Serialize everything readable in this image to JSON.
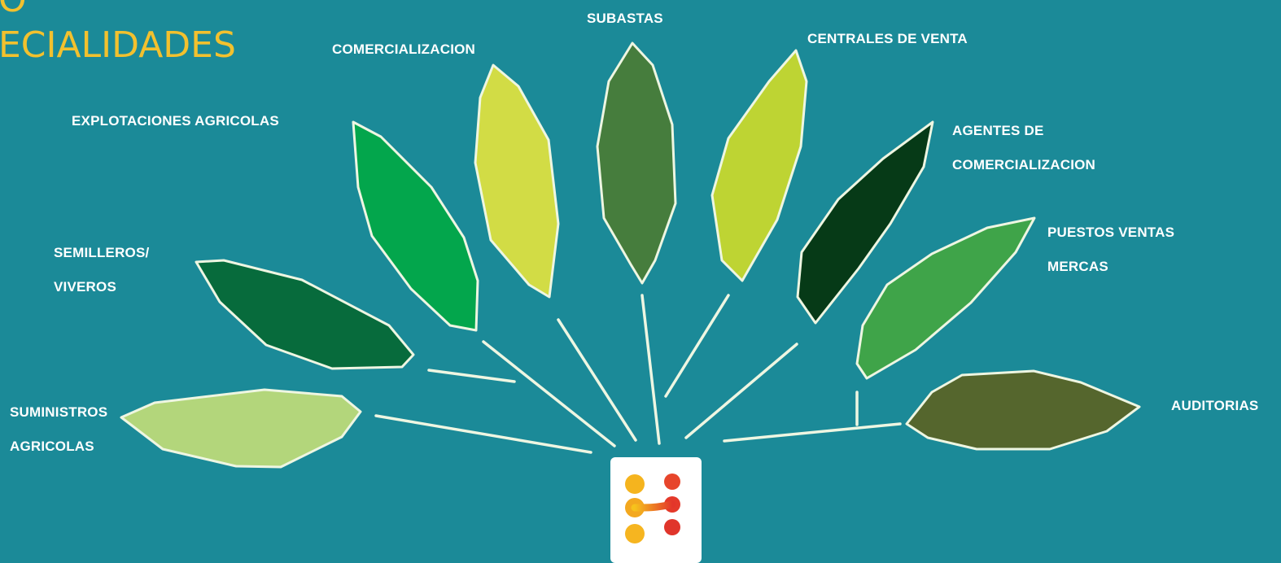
{
  "title": {
    "line1": "O",
    "line2": "ECIALIDADES"
  },
  "colors": {
    "background": "#1b8a98",
    "title": "#f2c12e",
    "outline": "#eef6e2"
  },
  "branches": [
    {
      "id": "suministros",
      "lines": [
        "SUMINISTROS",
        "AGRICOLAS"
      ],
      "color": "#b3d67b"
    },
    {
      "id": "semilleros",
      "lines": [
        "SEMILLEROS/",
        "VIVEROS"
      ],
      "color": "#076b3c"
    },
    {
      "id": "explotaciones",
      "lines": [
        "EXPLOTACIONES AGRICOLAS"
      ],
      "color": "#03a64c"
    },
    {
      "id": "comercializacion",
      "lines": [
        "COMERCIALIZACION"
      ],
      "color": "#d2dc45"
    },
    {
      "id": "subastas",
      "lines": [
        "SUBASTAS"
      ],
      "color": "#467d3d"
    },
    {
      "id": "centrales",
      "lines": [
        "CENTRALES DE VENTA"
      ],
      "color": "#bed433"
    },
    {
      "id": "agentes",
      "lines": [
        "AGENTES DE",
        "COMERCIALIZACION"
      ],
      "color": "#063a17"
    },
    {
      "id": "puestos",
      "lines": [
        "PUESTOS VENTAS",
        "MERCAS"
      ],
      "color": "#3fa449"
    },
    {
      "id": "auditorias",
      "lines": [
        "AUDITORIAS"
      ],
      "color": "#55662d"
    }
  ],
  "logo": {
    "name": "company-logo"
  }
}
